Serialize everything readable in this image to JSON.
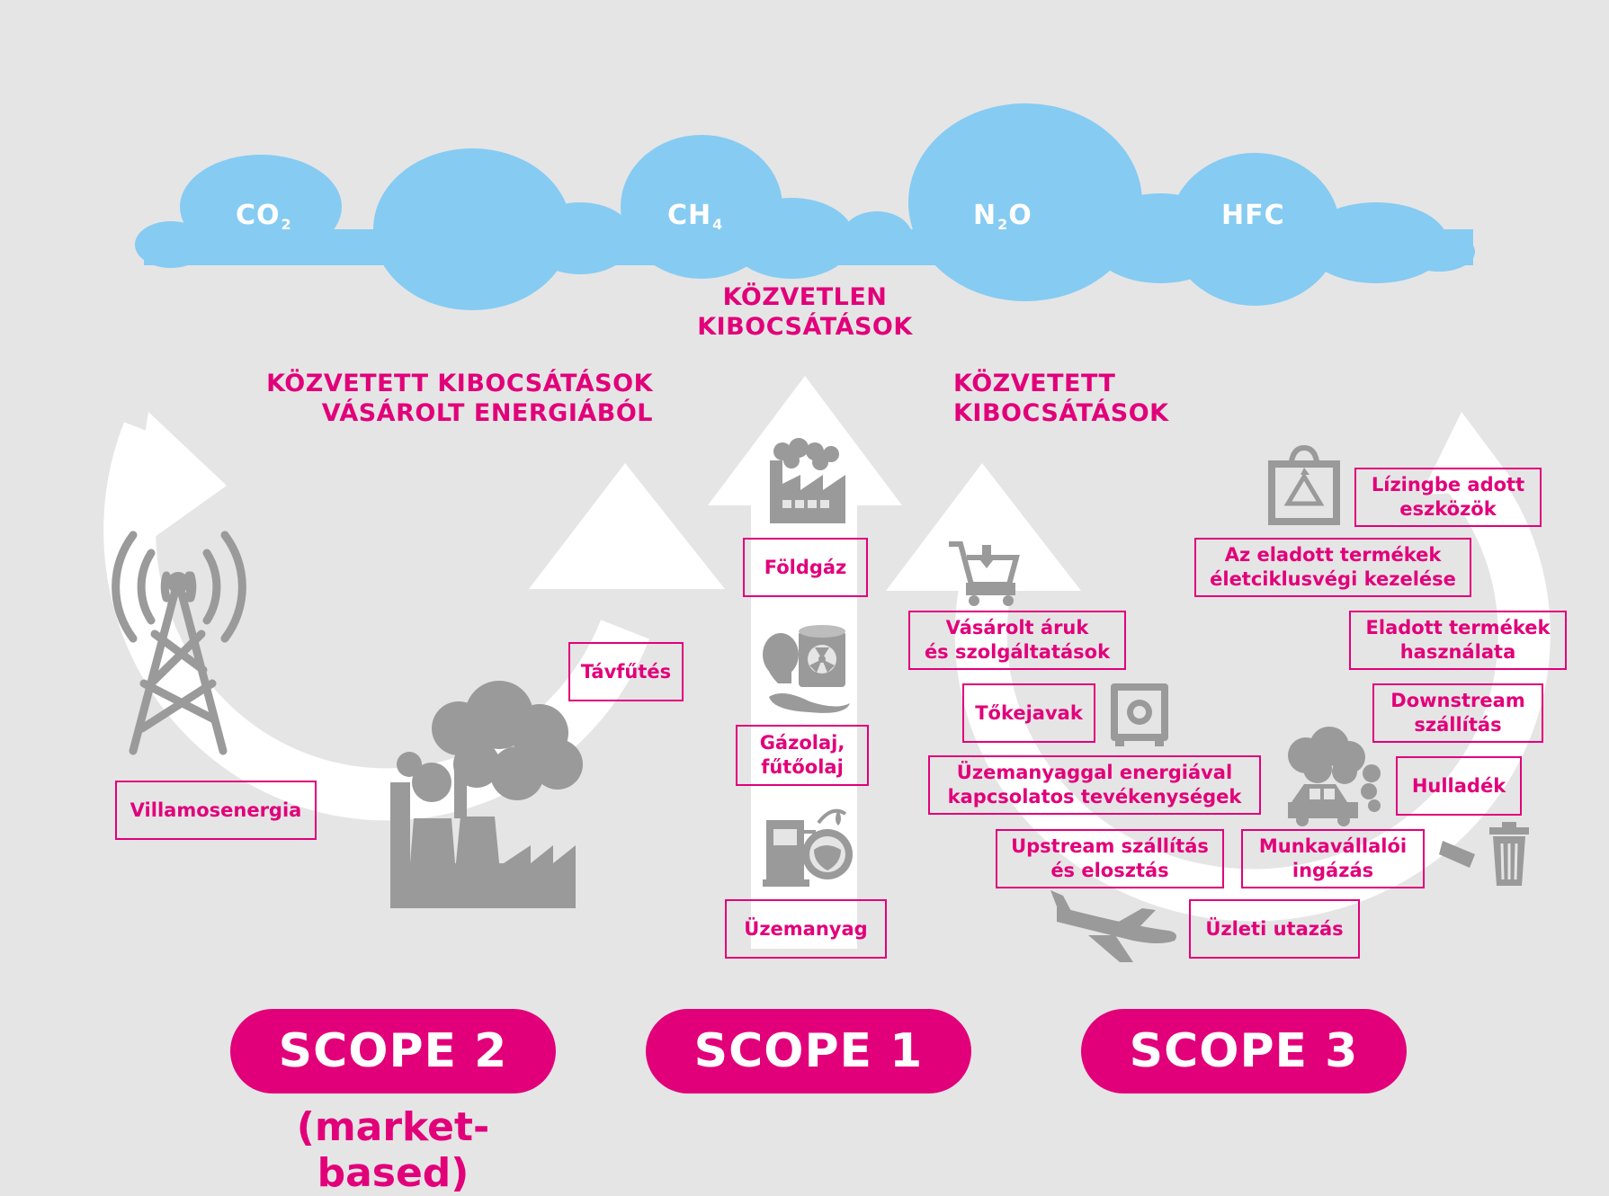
{
  "gases": [
    {
      "base": "CO",
      "sub": "2"
    },
    {
      "base": "CH",
      "sub": "4"
    },
    {
      "pre": "N",
      "sub": "2",
      "post": "O"
    },
    {
      "base": "HFC",
      "sub": ""
    }
  ],
  "headings": {
    "direct_line1": "KÖZVETLEN",
    "direct_line2": "KIBOCSÁTÁSOK",
    "indirect_energy_line1": "KÖZVETETT KIBOCSÁTÁSOK",
    "indirect_energy_line2": "VÁSÁROLT ENERGIÁBÓL",
    "indirect_line1": "KÖZVETETT",
    "indirect_line2": "KIBOCSÁTÁSOK"
  },
  "scope2": {
    "label": "SCOPE 2",
    "note": "(market-based)",
    "items": {
      "villamosenergia": "Villamosenergia",
      "tavfutes": "Távfűtés"
    }
  },
  "scope1": {
    "label": "SCOPE 1",
    "items": {
      "foldgaz": "Földgáz",
      "gazolaj_1": "Gázolaj,",
      "gazolaj_2": "fűtőolaj",
      "uzemanyag": "Üzemanyag"
    }
  },
  "scope3": {
    "label": "SCOPE 3",
    "items": {
      "lizing_1": "Lízingbe adott",
      "lizing_2": "eszközök",
      "eletciklus_1": "Az eladott termékek",
      "eletciklus_2": "életciklusvégi kezelése",
      "hasznalat_1": "Eladott termékek",
      "hasznalat_2": "használata",
      "downstream_1": "Downstream",
      "downstream_2": "szállítás",
      "hulladek": "Hulladék",
      "munkavallaloi_1": "Munkavállalói",
      "munkavallaloi_2": "ingázás",
      "uzleti": "Üzleti utazás",
      "upstream_1": "Upstream szállítás",
      "upstream_2": "és elosztás",
      "energia_1": "Üzemanyaggal energiával",
      "energia_2": "kapcsolatos tevékenységek",
      "tokejavak": "Tőkejavak",
      "vasarolt_1": "Vásárolt áruk",
      "vasarolt_2": "és szolgáltatások"
    }
  },
  "colors": {
    "accent": "#e2007a",
    "cloud": "#86cbf2",
    "background": "#e5e5e6",
    "icon": "#9a9a9a"
  }
}
